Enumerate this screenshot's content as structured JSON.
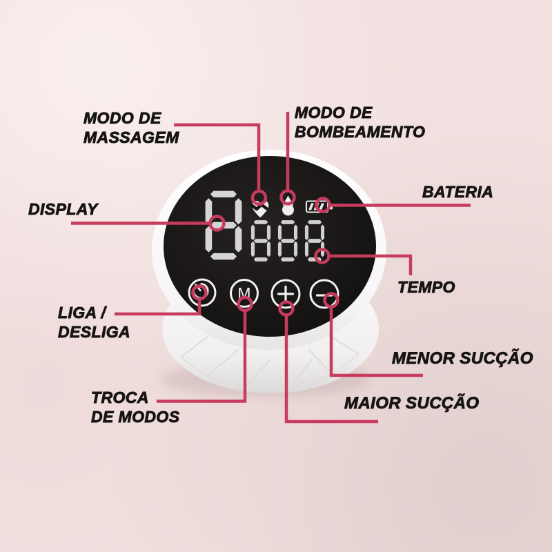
{
  "page": {
    "type": "product-feature-diagram",
    "background_color": "#f2e1e0",
    "accent_color": "#c73b5d",
    "text_color": "#171414"
  },
  "labels": {
    "massage_mode_line1": "MODO DE",
    "massage_mode_line2": "MASSAGEM",
    "pump_mode_line1": "MODO DE",
    "pump_mode_line2": "BOMBEAMENTO",
    "display": "DISPLAY",
    "battery": "BATERIA",
    "time": "TEMPO",
    "power_line1": "LIGA /",
    "power_line2": "DESLIGA",
    "mode_change_line1": "TROCA",
    "mode_change_line2": "DE MODOS",
    "less_suction": "MENOR SUCÇÃO",
    "more_suction": "MAIOR SUCÇÃO"
  },
  "device": {
    "screen": {
      "color": "#141212",
      "digit_color": "#d5d5d5",
      "mode_digit": "8",
      "time_digits": "888",
      "icons": [
        "massage-mode-icon",
        "pumping-mode-icon",
        "battery-icon"
      ]
    },
    "buttons": {
      "power": "power-icon",
      "mode_label": "M",
      "increase": "plus-icon",
      "decrease": "minus-icon"
    }
  }
}
